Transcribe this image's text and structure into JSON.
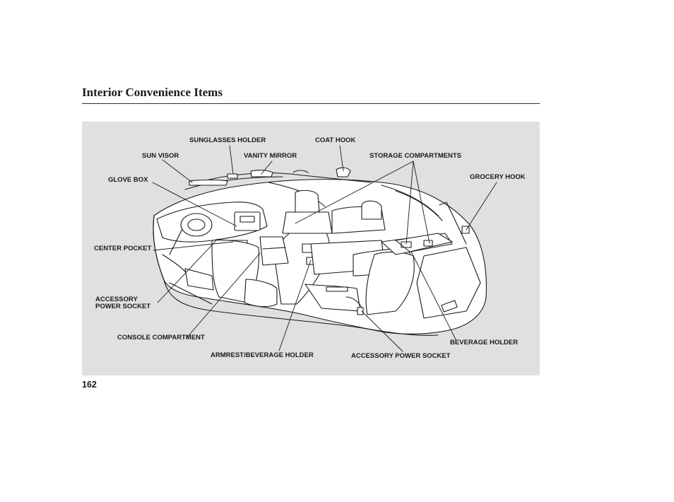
{
  "page": {
    "title": "Interior Convenience Items",
    "page_number": "162"
  },
  "labels": {
    "sunglasses_holder": "SUNGLASSES HOLDER",
    "coat_hook": "COAT HOOK",
    "sun_visor": "SUN VISOR",
    "vanity_mirror": "VANITY MIRROR",
    "storage_compartments": "STORAGE COMPARTMENTS",
    "grocery_hook": "GROCERY HOOK",
    "glove_box": "GLOVE BOX",
    "center_pocket": "CENTER POCKET",
    "accessory_power_socket_left_line1": "ACCESSORY",
    "accessory_power_socket_left_line2": "POWER SOCKET",
    "console_compartment": "CONSOLE COMPARTMENT",
    "armrest_beverage_holder": "ARMREST/BEVERAGE HOLDER",
    "accessory_power_socket": "ACCESSORY POWER SOCKET",
    "beverage_holder": "BEVERAGE HOLDER"
  }
}
